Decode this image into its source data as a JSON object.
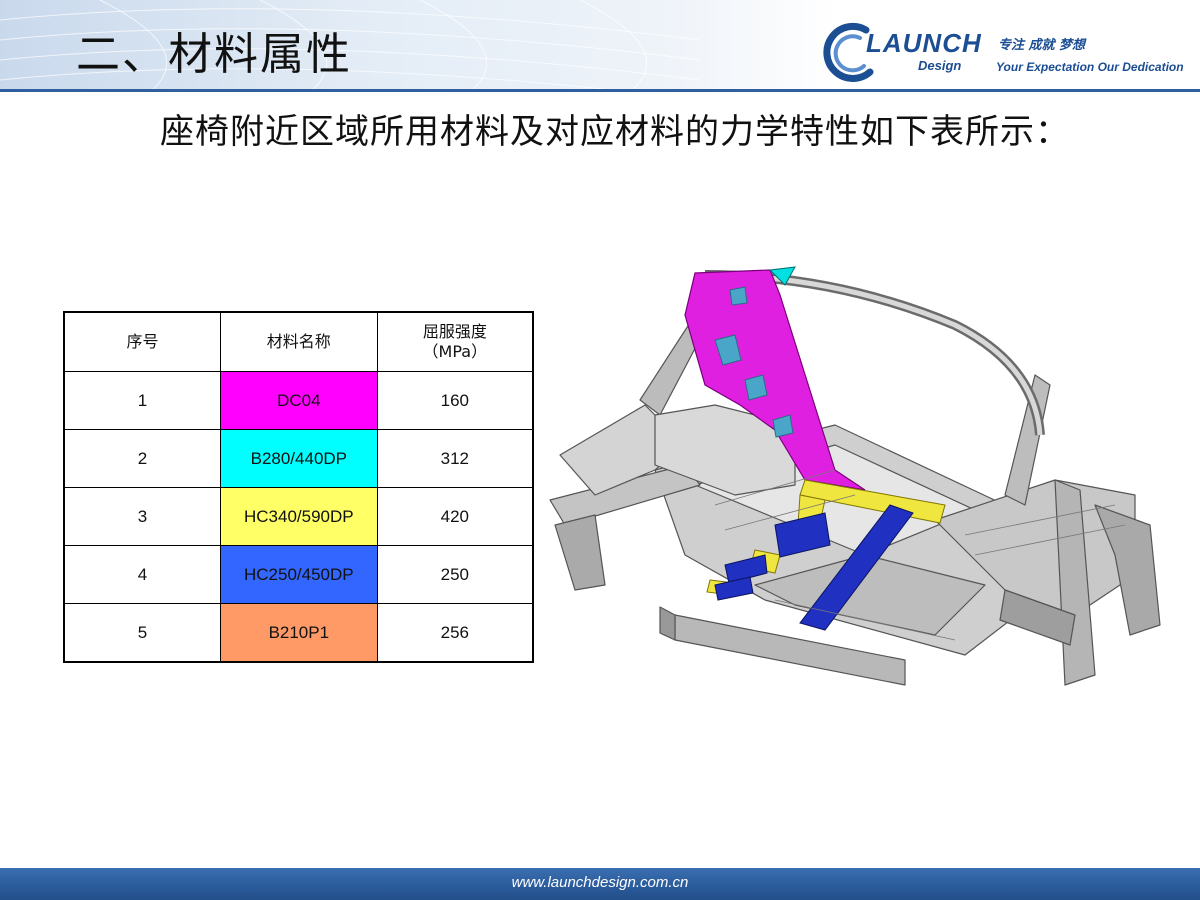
{
  "header": {
    "title": "二、材料属性",
    "logo": {
      "wordmark": "LAUNCH",
      "sub": "Design",
      "slogan_cn": "专注 成就 梦想",
      "slogan_en": "Your Expectation Our Dedication",
      "color": "#1c4e93"
    }
  },
  "subtitle": "座椅附近区域所用材料及对应材料的力学特性如下表所示：",
  "table": {
    "headers": [
      "序号",
      "材料名称",
      "屈服强度",
      "（MPa）"
    ],
    "rows": [
      {
        "id": "1",
        "material": "DC04",
        "strength": "160",
        "color": "#ff00ff"
      },
      {
        "id": "2",
        "material": "B280/440DP",
        "strength": "312",
        "color": "#00ffff"
      },
      {
        "id": "3",
        "material": "HC340/590DP",
        "strength": "420",
        "color": "#ffff66"
      },
      {
        "id": "4",
        "material": "HC250/450DP",
        "strength": "250",
        "color": "#3366ff"
      },
      {
        "id": "5",
        "material": "B210P1",
        "strength": "256",
        "color": "#ff9966"
      }
    ]
  },
  "footer": {
    "url": "www.launchdesign.com.cn"
  }
}
